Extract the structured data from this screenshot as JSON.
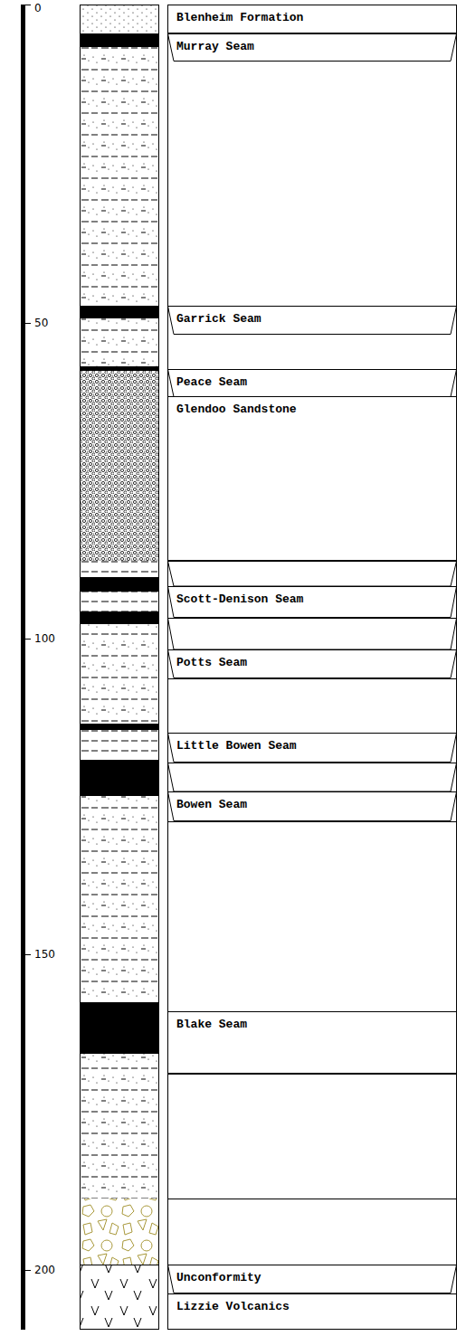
{
  "diagram": {
    "nodes": [
      {
        "text": [
          "Blenheim Formation"
        ]
      },
      {
        "text": [
          "Murray Seam"
        ]
      },
      {
        "text": [
          "Garrick Seam"
        ]
      },
      {
        "text": [
          "Peace Seam"
        ]
      },
      {
        "text": [
          "Glendoo Sandstone"
        ]
      },
      {
        "text": [
          "Scott-Denison Seam"
        ]
      },
      {
        "text": [
          "Potts Seam"
        ]
      },
      {
        "text": [
          "Little Bowen Seam"
        ]
      },
      {
        "text": [
          "Bowen Seam"
        ]
      },
      {
        "text": [
          "Blake Seam"
        ]
      },
      {
        "text": [
          "Unconformity"
        ]
      },
      {
        "text": [
          "Lizzie Volcanics"
        ]
      }
    ],
    "labels": [
      "0",
      "50",
      "100",
      "150",
      "200"
    ]
  }
}
